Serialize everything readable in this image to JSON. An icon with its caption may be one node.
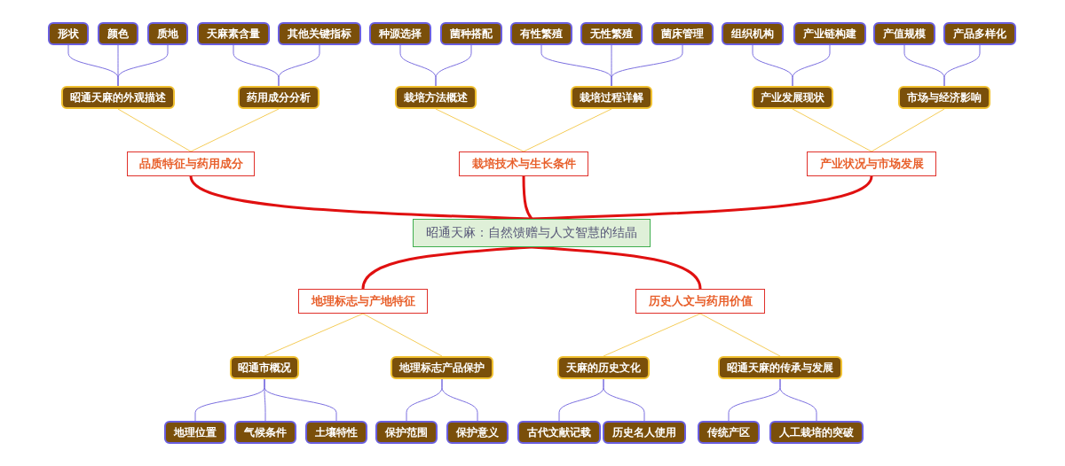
{
  "diagram": {
    "nodes": [
      {
        "text": [
          "昭通天麻：自然馈赠与人文智慧的结晶"
        ]
      },
      {
        "text": [
          "品质特征与药用成分"
        ]
      },
      {
        "text": [
          "栽培技术与生长条件"
        ]
      },
      {
        "text": [
          "产业状况与市场发展"
        ]
      },
      {
        "text": [
          "地理标志与产地特征"
        ]
      },
      {
        "text": [
          "历史人文与药用价值"
        ]
      },
      {
        "text": [
          "昭通天麻的外观描述"
        ]
      },
      {
        "text": [
          "药用成分分析"
        ]
      },
      {
        "text": [
          "栽培方法概述"
        ]
      },
      {
        "text": [
          "栽培过程详解"
        ]
      },
      {
        "text": [
          "产业发展现状"
        ]
      },
      {
        "text": [
          "市场与经济影响"
        ]
      },
      {
        "text": [
          "昭通市概况"
        ]
      },
      {
        "text": [
          "地理标志产品保护"
        ]
      },
      {
        "text": [
          "天麻的历史文化"
        ]
      },
      {
        "text": [
          "昭通天麻的传承与发展"
        ]
      },
      {
        "text": [
          "形状"
        ]
      },
      {
        "text": [
          "颜色"
        ]
      },
      {
        "text": [
          "质地"
        ]
      },
      {
        "text": [
          "天麻素含量"
        ]
      },
      {
        "text": [
          "其他关键指标"
        ]
      },
      {
        "text": [
          "种源选择"
        ]
      },
      {
        "text": [
          "菌种搭配"
        ]
      },
      {
        "text": [
          "有性繁殖"
        ]
      },
      {
        "text": [
          "无性繁殖"
        ]
      },
      {
        "text": [
          "菌床管理"
        ]
      },
      {
        "text": [
          "组织机构"
        ]
      },
      {
        "text": [
          "产业链构建"
        ]
      },
      {
        "text": [
          "产值规模"
        ]
      },
      {
        "text": [
          "产品多样化"
        ]
      },
      {
        "text": [
          "地理位置"
        ]
      },
      {
        "text": [
          "气候条件"
        ]
      },
      {
        "text": [
          "土壤特性"
        ]
      },
      {
        "text": [
          "保护范围"
        ]
      },
      {
        "text": [
          "保护意义"
        ]
      },
      {
        "text": [
          "古代文献记载"
        ]
      },
      {
        "text": [
          "历史名人使用"
        ]
      },
      {
        "text": [
          "传统产区"
        ]
      },
      {
        "text": [
          "人工栽培的突破"
        ]
      }
    ],
    "edges": [
      {
        "from": 0,
        "to": 1,
        "arrow": "none",
        "style": "thick",
        "color": "#e01010"
      },
      {
        "from": 0,
        "to": 2,
        "arrow": "none",
        "style": "thick",
        "color": "#e01010"
      },
      {
        "from": 0,
        "to": 3,
        "arrow": "none",
        "style": "thick",
        "color": "#e01010"
      },
      {
        "from": 0,
        "to": 4,
        "arrow": "none",
        "style": "thick",
        "color": "#e01010"
      },
      {
        "from": 0,
        "to": 5,
        "arrow": "none",
        "style": "thick",
        "color": "#e01010"
      },
      {
        "from": 1,
        "to": 6,
        "arrow": "none",
        "color": "#f5cd5a"
      },
      {
        "from": 1,
        "to": 7,
        "arrow": "none",
        "color": "#f5cd5a"
      },
      {
        "from": 2,
        "to": 8,
        "arrow": "none",
        "color": "#f5cd5a"
      },
      {
        "from": 2,
        "to": 9,
        "arrow": "none",
        "color": "#f5cd5a"
      },
      {
        "from": 3,
        "to": 10,
        "arrow": "none",
        "color": "#f5cd5a"
      },
      {
        "from": 3,
        "to": 11,
        "arrow": "none",
        "color": "#f5cd5a"
      },
      {
        "from": 4,
        "to": 12,
        "arrow": "none",
        "color": "#f5cd5a"
      },
      {
        "from": 4,
        "to": 13,
        "arrow": "none",
        "color": "#f5cd5a"
      },
      {
        "from": 5,
        "to": 14,
        "arrow": "none",
        "color": "#f5cd5a"
      },
      {
        "from": 5,
        "to": 15,
        "arrow": "none",
        "color": "#f5cd5a"
      },
      {
        "from": 6,
        "to": 16,
        "arrow": "none"
      },
      {
        "from": 6,
        "to": 17,
        "arrow": "none"
      },
      {
        "from": 6,
        "to": 18,
        "arrow": "none"
      },
      {
        "from": 7,
        "to": 19,
        "arrow": "none"
      },
      {
        "from": 7,
        "to": 20,
        "arrow": "none"
      },
      {
        "from": 8,
        "to": 21,
        "arrow": "none"
      },
      {
        "from": 8,
        "to": 22,
        "arrow": "none"
      },
      {
        "from": 9,
        "to": 23,
        "arrow": "none"
      },
      {
        "from": 9,
        "to": 24,
        "arrow": "none"
      },
      {
        "from": 9,
        "to": 25,
        "arrow": "none"
      },
      {
        "from": 10,
        "to": 26,
        "arrow": "none"
      },
      {
        "from": 10,
        "to": 27,
        "arrow": "none"
      },
      {
        "from": 11,
        "to": 28,
        "arrow": "none"
      },
      {
        "from": 11,
        "to": 29,
        "arrow": "none"
      },
      {
        "from": 12,
        "to": 30,
        "arrow": "none"
      },
      {
        "from": 12,
        "to": 31,
        "arrow": "none"
      },
      {
        "from": 12,
        "to": 32,
        "arrow": "none"
      },
      {
        "from": 13,
        "to": 33,
        "arrow": "none"
      },
      {
        "from": 13,
        "to": 34,
        "arrow": "none"
      },
      {
        "from": 14,
        "to": 35,
        "arrow": "none"
      },
      {
        "from": 14,
        "to": 36,
        "arrow": "none"
      },
      {
        "from": 15,
        "to": 37,
        "arrow": "none"
      },
      {
        "from": 15,
        "to": 38,
        "arrow": "none"
      }
    ]
  }
}
